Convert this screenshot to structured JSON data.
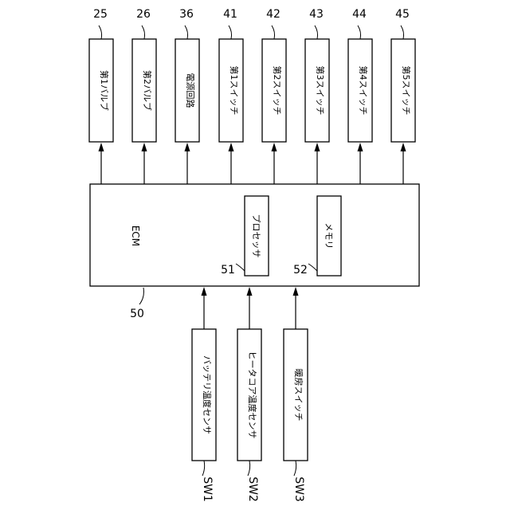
{
  "diagram": {
    "ecm": {
      "label": "ECM",
      "ref": "50",
      "processor": {
        "label": "プロセッサ",
        "ref": "51"
      },
      "memory": {
        "label": "メモリ",
        "ref": "52"
      }
    },
    "outputs": [
      {
        "ref": "25",
        "label": "第1バルブ"
      },
      {
        "ref": "26",
        "label": "第2バルブ"
      },
      {
        "ref": "36",
        "label": "電源回路"
      },
      {
        "ref": "41",
        "label": "第1スイッチ"
      },
      {
        "ref": "42",
        "label": "第2スイッチ"
      },
      {
        "ref": "43",
        "label": "第3スイッチ"
      },
      {
        "ref": "44",
        "label": "第4スイッチ"
      },
      {
        "ref": "45",
        "label": "第5スイッチ"
      }
    ],
    "inputs": [
      {
        "ref": "SW1",
        "label": "バッテリ温度センサ"
      },
      {
        "ref": "SW2",
        "label": "ヒータコア温度センサ"
      },
      {
        "ref": "SW3",
        "label": "暖房スイッチ"
      }
    ]
  }
}
